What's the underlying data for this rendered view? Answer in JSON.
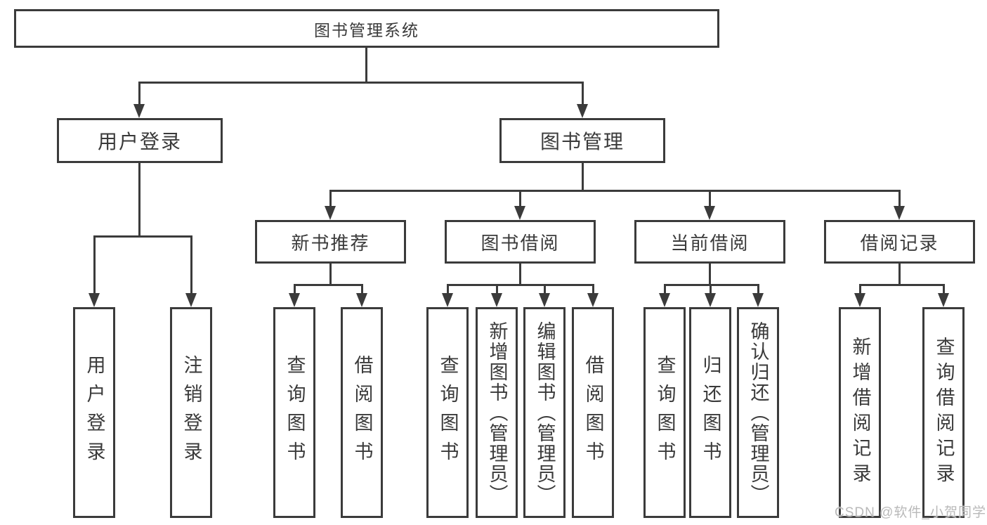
{
  "diagram": {
    "title": "图书管理系统",
    "watermark": "CSDN @软件_小贺同学",
    "level2": {
      "user_login": "用户登录",
      "book_mgmt": "图书管理"
    },
    "level3": {
      "new_book": "新书推荐",
      "book_borrow": "图书借阅",
      "current_borrow": "当前借阅",
      "borrow_record": "借阅记录"
    },
    "level4": {
      "user_login_v": "用户登录",
      "logout": "注销登录",
      "query_book_1": "查询图书",
      "borrow_book_1": "借阅图书",
      "query_book_2": "查询图书",
      "add_book": "新增图书（管理员）",
      "edit_book": "编辑图书（管理员）",
      "borrow_book_2": "借阅图书",
      "query_book_3": "查询图书",
      "return_book": "归还图书",
      "confirm_return": "确认归还（管理员）",
      "add_record": "新增借阅记录",
      "query_record": "查询借阅记录"
    }
  },
  "colors": {
    "line": "#3b3b3b",
    "text": "#3a3a3a",
    "watermark": "#b9b9b9",
    "background": "#ffffff"
  }
}
